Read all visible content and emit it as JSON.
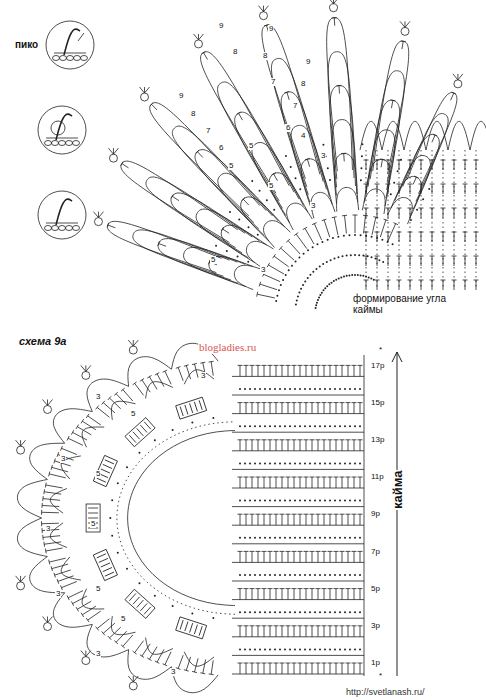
{
  "diagram": {
    "labels": [
      "пико",
      "схема 9а",
      "blogladies.ru",
      "формирование угла каймы",
      "кайма",
      "17р",
      "15р",
      "13р",
      "11р",
      "9р",
      "7р",
      "5р",
      "3р",
      "1р",
      "*",
      "*",
      "http://svetlanash.ru/",
      "9",
      "8",
      "9",
      "8",
      "7",
      "9",
      "8",
      "7",
      "6",
      "5",
      "4",
      "3",
      "9",
      "8",
      "7",
      "6",
      "5",
      "5",
      "3",
      "5",
      "3",
      "3",
      "3",
      "5",
      "3",
      "5",
      "3",
      "5",
      "3",
      "5",
      "3",
      "5",
      "3"
    ]
  }
}
